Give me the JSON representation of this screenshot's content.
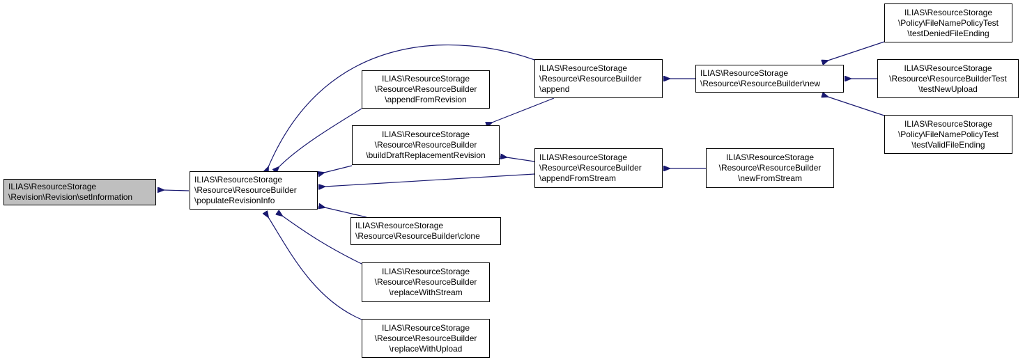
{
  "colors": {
    "edge": "#191970",
    "root_fill": "#bfbfbf",
    "node_fill": "#ffffff",
    "border": "#000000"
  },
  "nodes": {
    "setInformation": [
      "ILIAS\\ResourceStorage",
      "\\Revision\\Revision\\setInformation"
    ],
    "populateRevisionInfo": [
      "ILIAS\\ResourceStorage",
      "\\Resource\\ResourceBuilder",
      "\\populateRevisionInfo"
    ],
    "appendFromRevision": [
      "ILIAS\\ResourceStorage",
      "\\Resource\\ResourceBuilder",
      "\\appendFromRevision"
    ],
    "buildDraftReplacementRevision": [
      "ILIAS\\ResourceStorage",
      "\\Resource\\ResourceBuilder",
      "\\buildDraftReplacementRevision"
    ],
    "clone": [
      "ILIAS\\ResourceStorage",
      "\\Resource\\ResourceBuilder\\clone"
    ],
    "replaceWithStream": [
      "ILIAS\\ResourceStorage",
      "\\Resource\\ResourceBuilder",
      "\\replaceWithStream"
    ],
    "replaceWithUpload": [
      "ILIAS\\ResourceStorage",
      "\\Resource\\ResourceBuilder",
      "\\replaceWithUpload"
    ],
    "append": [
      "ILIAS\\ResourceStorage",
      "\\Resource\\ResourceBuilder",
      "\\append"
    ],
    "appendFromStream": [
      "ILIAS\\ResourceStorage",
      "\\Resource\\ResourceBuilder",
      "\\appendFromStream"
    ],
    "new": [
      "ILIAS\\ResourceStorage",
      "\\Resource\\ResourceBuilder\\new"
    ],
    "newFromStream": [
      "ILIAS\\ResourceStorage",
      "\\Resource\\ResourceBuilder",
      "\\newFromStream"
    ],
    "testDeniedFileEnding": [
      "ILIAS\\ResourceStorage",
      "\\Policy\\FileNamePolicyTest",
      "\\testDeniedFileEnding"
    ],
    "testNewUpload": [
      "ILIAS\\ResourceStorage",
      "\\Resource\\ResourceBuilderTest",
      "\\testNewUpload"
    ],
    "testValidFileEnding": [
      "ILIAS\\ResourceStorage",
      "\\Policy\\FileNamePolicyTest",
      "\\testValidFileEnding"
    ]
  }
}
